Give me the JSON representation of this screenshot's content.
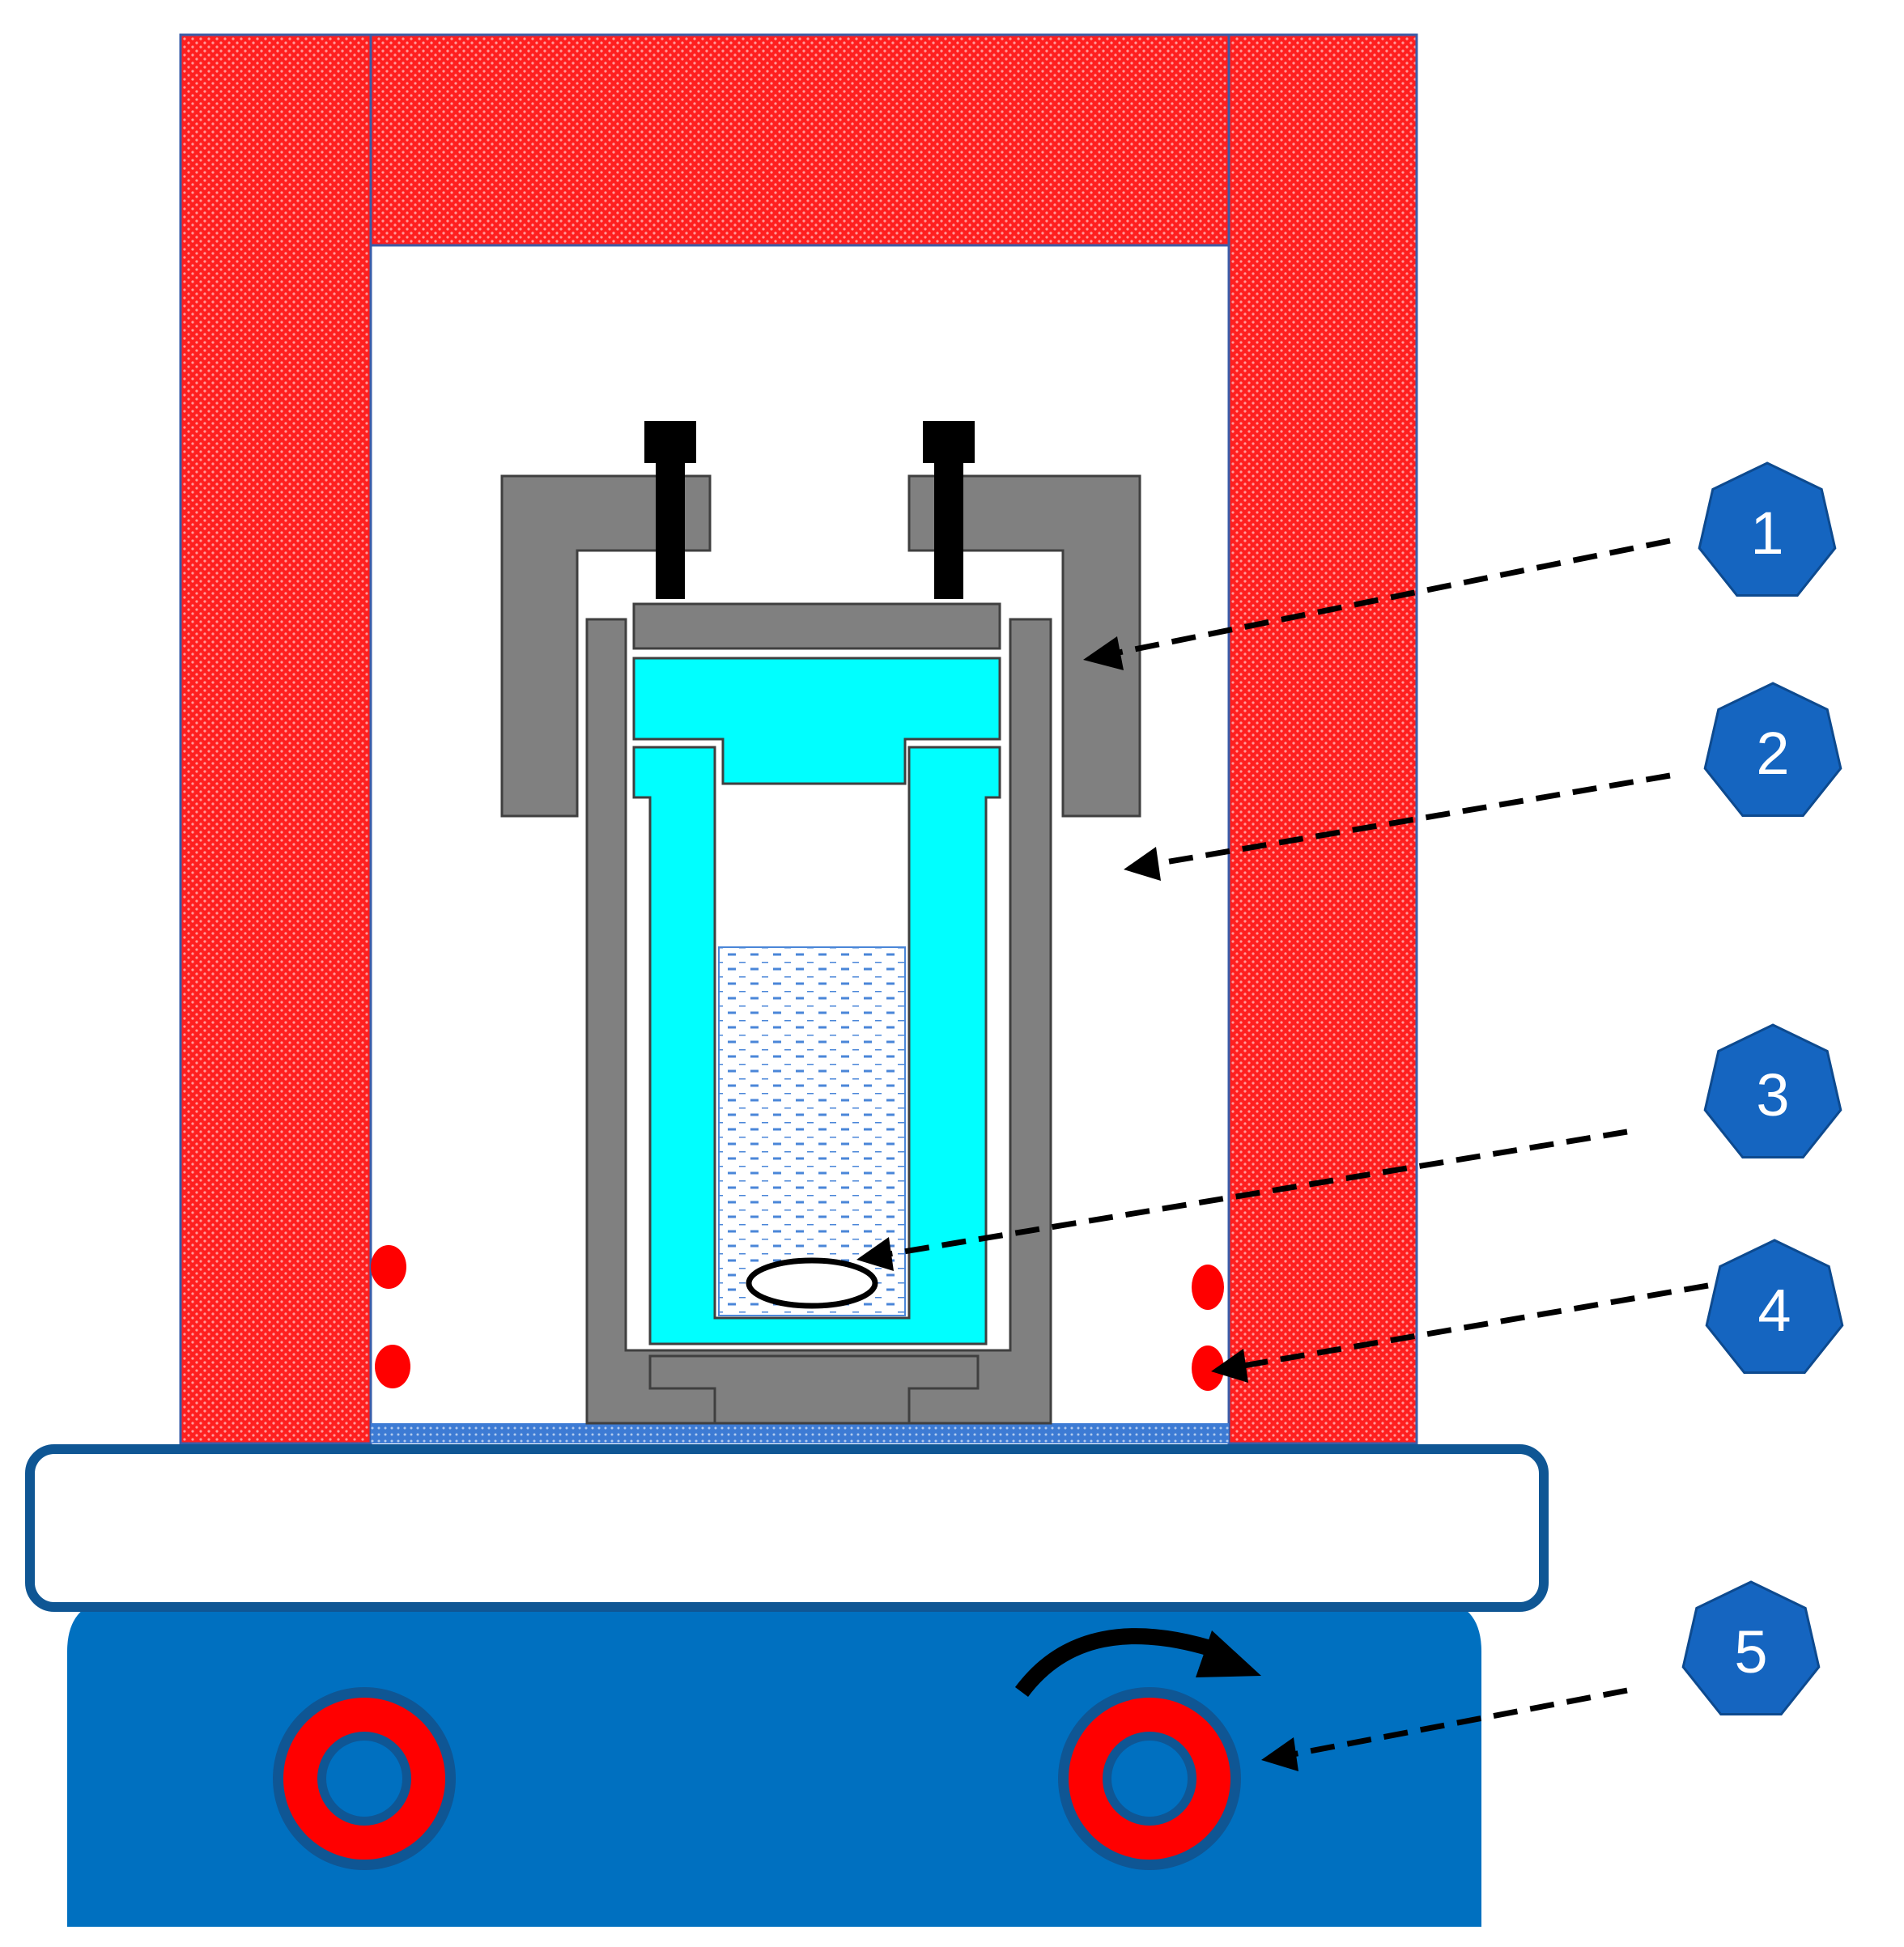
{
  "colors": {
    "jacket": "#ff1f1f",
    "jacket_dots": "#ffffff",
    "vessel": "#808080",
    "liner": "#00ffff",
    "bolt": "#000000",
    "liquid": "#4a86d8",
    "stirrer_base": "#0070c0",
    "plate_border": "#0f5694",
    "heater_dot": "#ff0000",
    "knob_ring": "#ff0000",
    "badge": "#1565c0",
    "arrow": "#000000"
  },
  "callouts": [
    {
      "label": "1",
      "icon": "heptagon-badge"
    },
    {
      "label": "2",
      "icon": "heptagon-badge"
    },
    {
      "label": "3",
      "icon": "heptagon-badge"
    },
    {
      "label": "4",
      "icon": "heptagon-badge"
    },
    {
      "label": "5",
      "icon": "heptagon-badge"
    }
  ],
  "icons": {
    "rotation": "curved-arrow-icon",
    "stir_bar": "stir-bar-icon"
  }
}
